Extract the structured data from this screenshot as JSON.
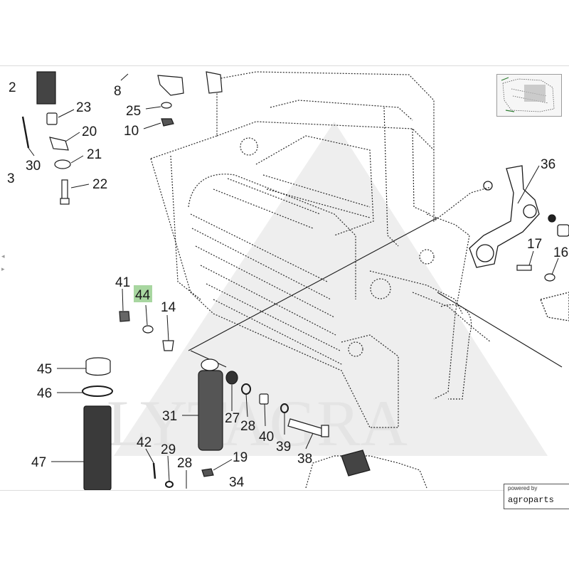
{
  "watermark": "LYTAGRA",
  "badge": {
    "powered": "powered by",
    "brand": "agroparts"
  },
  "highlight_color": "#a8d6a0",
  "callouts": [
    {
      "id": "c2",
      "label": "2"
    },
    {
      "id": "c8",
      "label": "8"
    },
    {
      "id": "c23",
      "label": "23"
    },
    {
      "id": "c25",
      "label": "25"
    },
    {
      "id": "c10",
      "label": "10"
    },
    {
      "id": "c20",
      "label": "20"
    },
    {
      "id": "c21",
      "label": "21"
    },
    {
      "id": "c30",
      "label": "30"
    },
    {
      "id": "c33",
      "label": "3"
    },
    {
      "id": "c22",
      "label": "22"
    },
    {
      "id": "c36",
      "label": "36"
    },
    {
      "id": "c17",
      "label": "17"
    },
    {
      "id": "c16",
      "label": "16"
    },
    {
      "id": "c41",
      "label": "41"
    },
    {
      "id": "c44",
      "label": "44",
      "highlighted": true
    },
    {
      "id": "c14",
      "label": "14"
    },
    {
      "id": "c45",
      "label": "45"
    },
    {
      "id": "c46",
      "label": "46"
    },
    {
      "id": "c47",
      "label": "47"
    },
    {
      "id": "c31",
      "label": "31"
    },
    {
      "id": "c27",
      "label": "27"
    },
    {
      "id": "c28a",
      "label": "28"
    },
    {
      "id": "c40",
      "label": "40"
    },
    {
      "id": "c39",
      "label": "39"
    },
    {
      "id": "c38",
      "label": "38"
    },
    {
      "id": "c42",
      "label": "42"
    },
    {
      "id": "c29",
      "label": "29"
    },
    {
      "id": "c28b",
      "label": "28"
    },
    {
      "id": "c19",
      "label": "19"
    },
    {
      "id": "c34",
      "label": "34"
    }
  ]
}
